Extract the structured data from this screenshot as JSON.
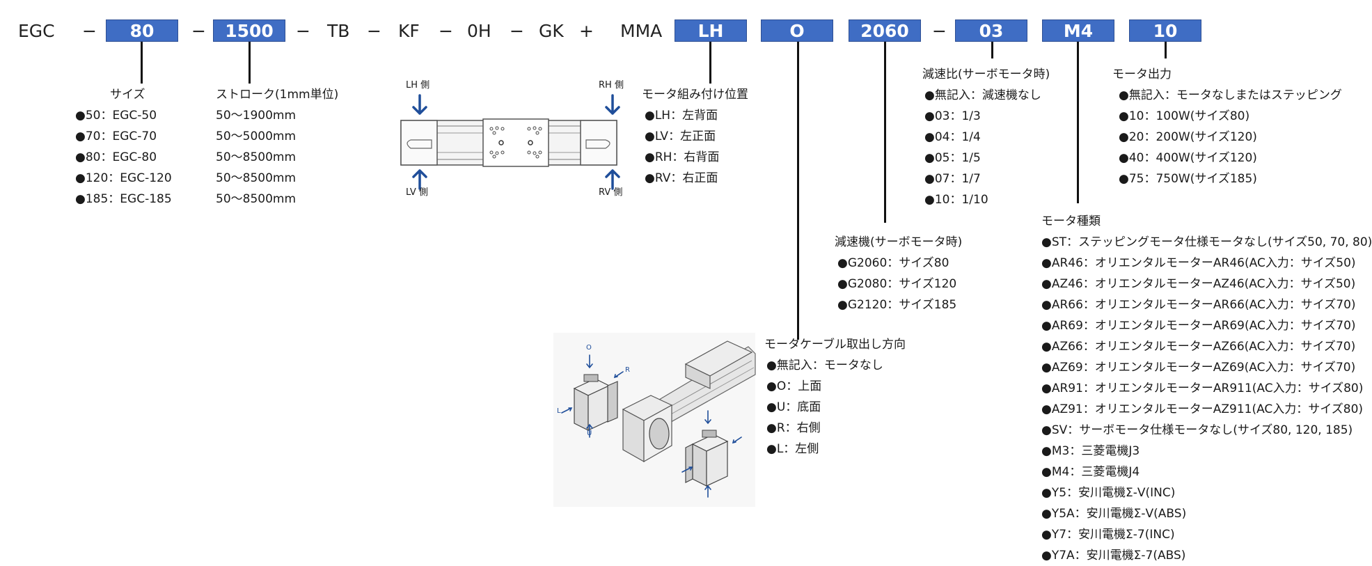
{
  "code": {
    "prefix": "EGC",
    "dash": "−",
    "size_value": "80",
    "stroke_value": "1500",
    "tb": "TB",
    "kf": "KF",
    "oh": "0H",
    "gk": "GK",
    "plus": "+",
    "mma": "MMA",
    "motor_pos_value": "LH",
    "cable_dir_value": "O",
    "reducer_value": "2060",
    "ratio_value": "03",
    "motor_type_value": "M4",
    "motor_output_value": "10"
  },
  "size": {
    "title": "サイズ",
    "items": [
      "●50：EGC-50",
      "●70：EGC-70",
      "●80：EGC-80",
      "●120：EGC-120",
      "●185：EGC-185"
    ]
  },
  "stroke": {
    "title": "ストローク(1mm単位)",
    "items": [
      "50～1900mm",
      "50～5000mm",
      "50～8500mm",
      "50～8500mm",
      "50～8500mm"
    ]
  },
  "motor_position": {
    "title": "モータ組み付け位置",
    "items": [
      "●LH：左背面",
      "●LV：左正面",
      "●RH：右背面",
      "●RV：右正面"
    ],
    "labels": {
      "lh": "LH 側",
      "rh": "RH 側",
      "lv": "LV 側",
      "rv": "RV 側"
    }
  },
  "ratio": {
    "title": "減速比(サーボモータ時)",
    "items": [
      "●無記入：減速機なし",
      "●03：1/3",
      "●04：1/4",
      "●05：1/5",
      "●07：1/7",
      "●10：1/10"
    ]
  },
  "output": {
    "title": "モータ出力",
    "items": [
      "●無記入：モータなしまたはステッピング",
      "●10：100W(サイズ80)",
      "●20：200W(サイズ120)",
      "●40：400W(サイズ120)",
      "●75：750W(サイズ185)"
    ]
  },
  "reducer": {
    "title": "減速機(サーボモータ時)",
    "items": [
      "●G2060：サイズ80",
      "●G2080：サイズ120",
      "●G2120：サイズ185"
    ]
  },
  "cable": {
    "title": "モータケーブル取出し方向",
    "items": [
      "●無記入：モータなし",
      "●O：上面",
      "●U：底面",
      "●R：右側",
      "●L：左側"
    ],
    "labels": {
      "o": "O",
      "r": "R",
      "l": "L",
      "u": "U"
    }
  },
  "motor_type": {
    "title": "モータ種類",
    "items": [
      "●ST：ステッピングモータ仕様モータなし(サイズ50, 70, 80)",
      "●AR46：オリエンタルモーターAR46(AC入力：サイズ50)",
      "●AZ46：オリエンタルモーターAZ46(AC入力：サイズ50)",
      "●AR66：オリエンタルモーターAR66(AC入力：サイズ70)",
      "●AR69：オリエンタルモーターAR69(AC入力：サイズ70)",
      "●AZ66：オリエンタルモーターAZ66(AC入力：サイズ70)",
      "●AZ69：オリエンタルモーターAZ69(AC入力：サイズ70)",
      "●AR91：オリエンタルモーターAR911(AC入力：サイズ80)",
      "●AZ91：オリエンタルモーターAZ911(AC入力：サイズ80)",
      "●SV：サーボモータ仕様モータなし(サイズ80, 120, 185)",
      "●M3：三菱電機J3",
      "●M4：三菱電機J4",
      "●Y5：安川電機Σ-V(INC)",
      "●Y5A：安川電機Σ-V(ABS)",
      "●Y7：安川電機Σ-7(INC)",
      "●Y7A：安川電機Σ-7(ABS)"
    ]
  },
  "colors": {
    "box": "#3f6dc4",
    "arrow": "#1f4e9a"
  }
}
